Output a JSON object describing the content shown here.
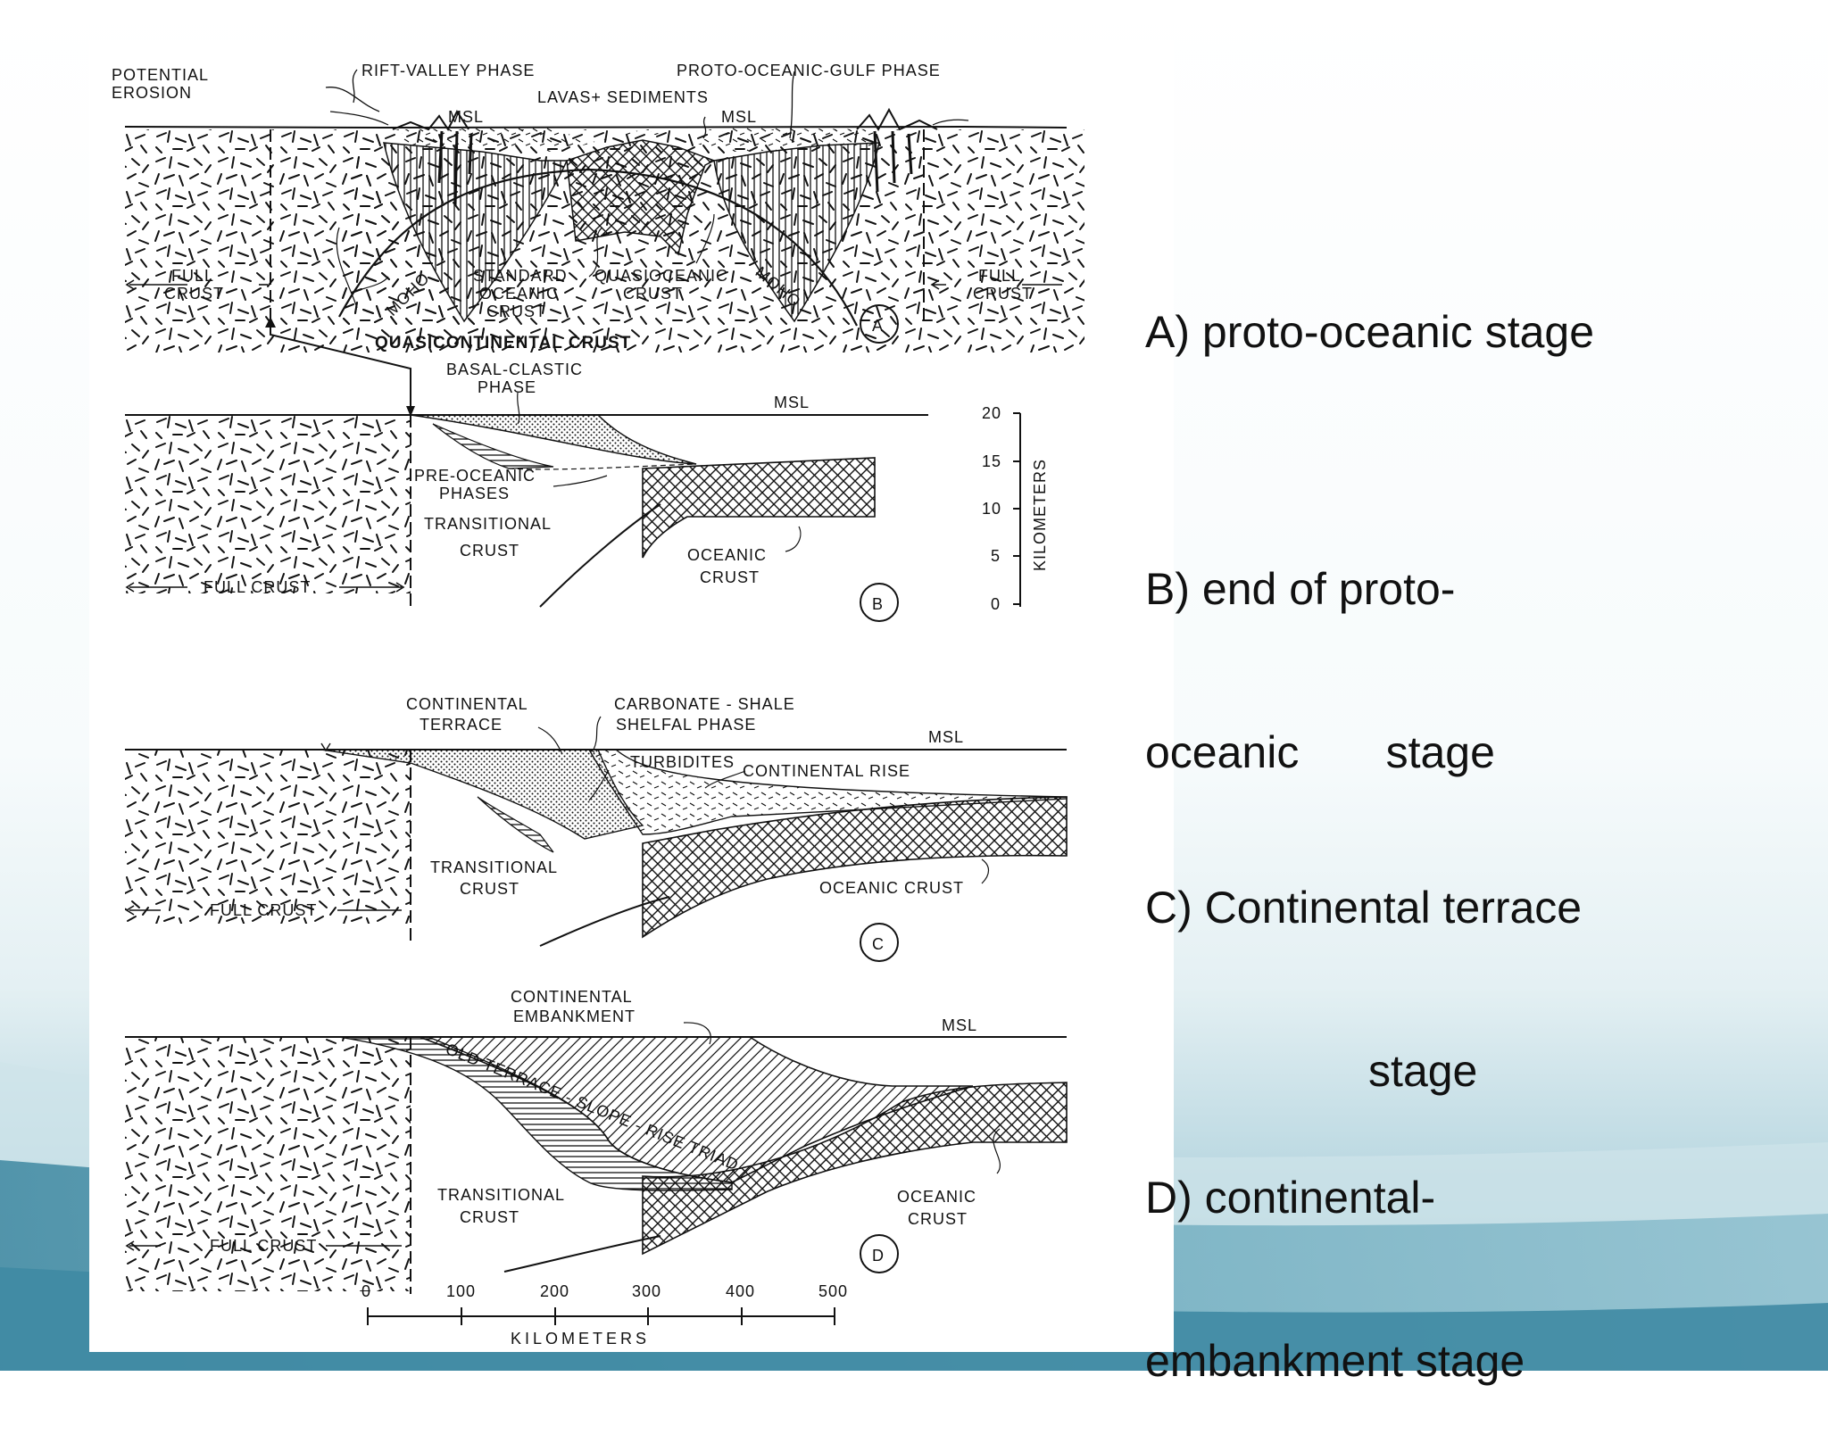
{
  "slide": {
    "background_colors": [
      "#ffffff",
      "#e9f3f6",
      "#7fb6c6",
      "#3f8aa3"
    ],
    "stage_labels": [
      {
        "id": "a",
        "lines": [
          "A) proto-oceanic stage"
        ]
      },
      {
        "id": "b",
        "lines": [
          "B) end of proto-",
          "oceanic       stage"
        ]
      },
      {
        "id": "c",
        "lines": [
          "C) Continental terrace",
          "                  stage"
        ]
      },
      {
        "id": "d",
        "lines": [
          "D) continental-",
          "embankment stage"
        ]
      }
    ]
  },
  "figure": {
    "panel_a": {
      "marker": "A",
      "potential_erosion": [
        "POTENTIAL",
        "EROSION"
      ],
      "rift_valley_phase": "RIFT-VALLEY PHASE",
      "proto_oceanic_gulf_phase": "PROTO-OCEANIC-GULF PHASE",
      "lavas_sediments": "LAVAS+ SEDIMENTS",
      "msl_left": "MSL",
      "msl_right": "MSL",
      "full_crust_left": [
        "FULL",
        "CRUST"
      ],
      "full_crust_right": [
        "FULL",
        "CRUST"
      ],
      "moho_left": "MOHO",
      "moho_right": "MOHO",
      "standard_oceanic_crust": [
        "STANDARD",
        "OCEANIC",
        "CRUST"
      ],
      "quasioceanic_crust": [
        "QUASIOCEANIC",
        "CRUST"
      ],
      "quasicontinental_crust": "QUASICONTINENTAL  CRUST"
    },
    "panel_b": {
      "marker": "B",
      "basal_clastic_phase": [
        "BASAL-CLASTIC",
        "PHASE"
      ],
      "msl": "MSL",
      "pre_oceanic_phases": [
        "PRE-OCEANIC",
        "PHASES"
      ],
      "transitional_crust": [
        "TRANSITIONAL",
        "CRUST"
      ],
      "oceanic_crust": [
        "OCEANIC",
        "CRUST"
      ],
      "full_crust": "FULL CRUST",
      "scale_ticks": [
        "20",
        "15",
        "10",
        "5",
        "0"
      ],
      "scale_unit": "KILOMETERS"
    },
    "panel_c": {
      "marker": "C",
      "continental_terrace": [
        "CONTINENTAL",
        "TERRACE"
      ],
      "carbonate_shale": [
        "CARBONATE - SHALE",
        "SHELFAL PHASE"
      ],
      "msl": "MSL",
      "turbidites": "TURBIDITES",
      "continental_rise": "CONTINENTAL RISE",
      "transitional_crust": [
        "TRANSITIONAL",
        "CRUST"
      ],
      "oceanic_crust": "OCEANIC  CRUST",
      "full_crust": "FULL CRUST"
    },
    "panel_d": {
      "marker": "D",
      "continental_embankment": [
        "CONTINENTAL",
        "EMBANKMENT"
      ],
      "msl": "MSL",
      "triad": "OLD TERRACE - SLOPE - RISE TRIAD",
      "transitional_crust": [
        "TRANSITIONAL",
        "CRUST"
      ],
      "oceanic_crust": [
        "OCEANIC",
        "CRUST"
      ],
      "full_crust": "FULL CRUST"
    },
    "horizontal_scale": {
      "ticks": [
        "0",
        "100",
        "200",
        "300",
        "400",
        "500"
      ],
      "unit": "KILOMETERS"
    }
  }
}
